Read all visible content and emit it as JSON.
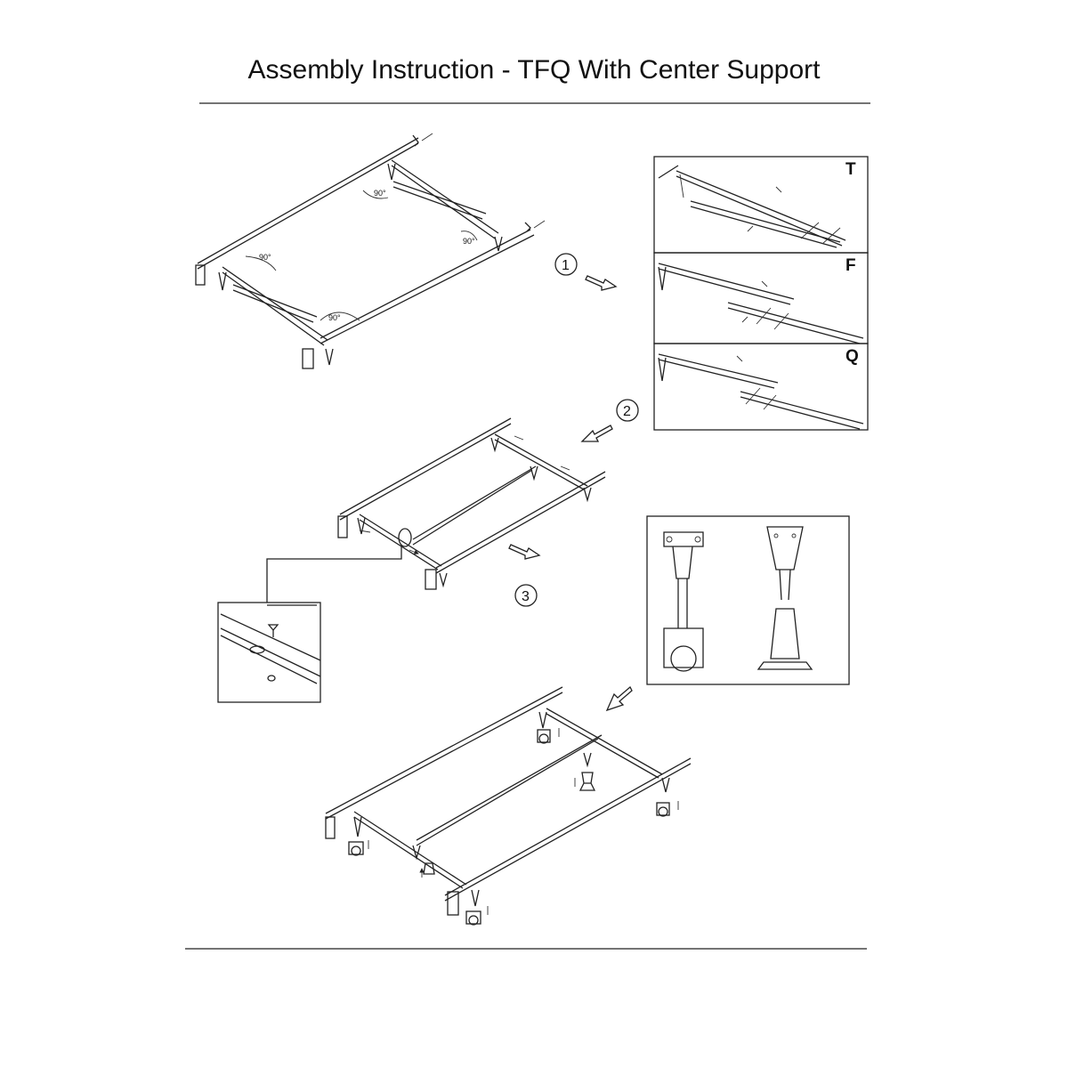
{
  "title": "Assembly Instruction - TFQ With Center Support",
  "steps": [
    "1",
    "2",
    "3"
  ],
  "size_panels": [
    {
      "label": "T"
    },
    {
      "label": "F"
    },
    {
      "label": "Q"
    }
  ],
  "angle_label": "90°",
  "icons": [
    "step-arrow-icon",
    "screw-icon",
    "nut-icon",
    "caster-wheel-icon",
    "support-foot-icon"
  ]
}
